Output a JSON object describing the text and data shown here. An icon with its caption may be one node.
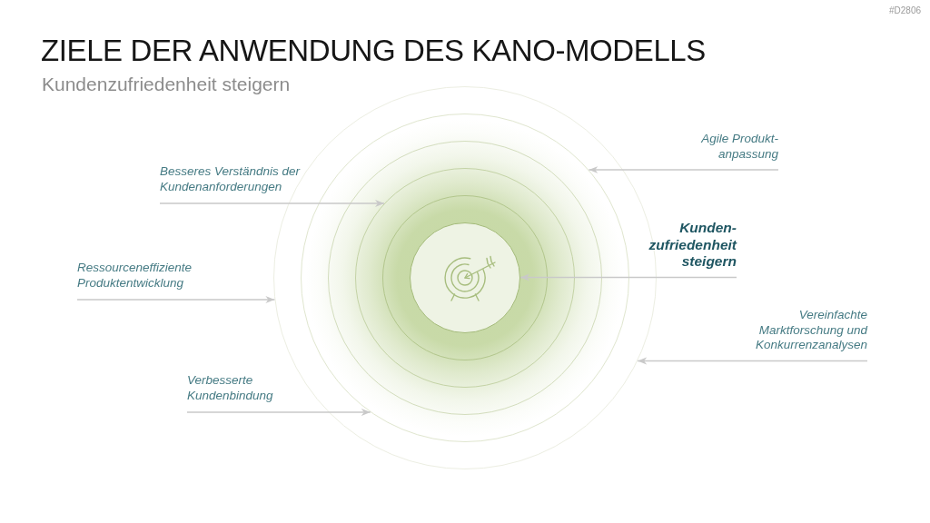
{
  "diagram": {
    "title": "ZIELE DER ANWENDUNG DES KANO-MODELLS",
    "nodes": [
      {
        "text": [],
        "shape": "circle"
      },
      {
        "text": [],
        "shape": "circle",
        "in": 0
      },
      {
        "text": [],
        "shape": "circle",
        "in": 1
      },
      {
        "text": [],
        "shape": "circle",
        "in": 2
      },
      {
        "text": [],
        "shape": "circle",
        "in": 3
      },
      {
        "text": [],
        "shape": "circle",
        "in": 4
      },
      {
        "text": [
          "Agile Produkt- anpassung"
        ]
      },
      {
        "text": [
          "Besseres Verständnis der Kundenanforderungen"
        ]
      },
      {
        "text": [
          "Kunden- zufriedenheit steigern"
        ]
      },
      {
        "text": [
          "Ressourceneffiziente Produktentwicklung"
        ]
      },
      {
        "text": [
          "Vereinfachte Marktforschung und Konkurrenzanalysen"
        ]
      },
      {
        "text": [
          "Verbesserte Kundenbindung"
        ]
      }
    ],
    "edges": [
      {
        "from": 6,
        "to": 1,
        "arrow": "to"
      },
      {
        "from": 7,
        "to": 3,
        "arrow": "to"
      },
      {
        "from": 8,
        "to": 5,
        "arrow": "to"
      },
      {
        "from": 9,
        "to": 0,
        "arrow": "to"
      },
      {
        "from": 10,
        "to": 0,
        "arrow": "to"
      },
      {
        "from": 11,
        "to": 1,
        "arrow": "to"
      }
    ],
    "labels": [
      "#D2806",
      "Kundenzufriedenheit steigern"
    ]
  }
}
